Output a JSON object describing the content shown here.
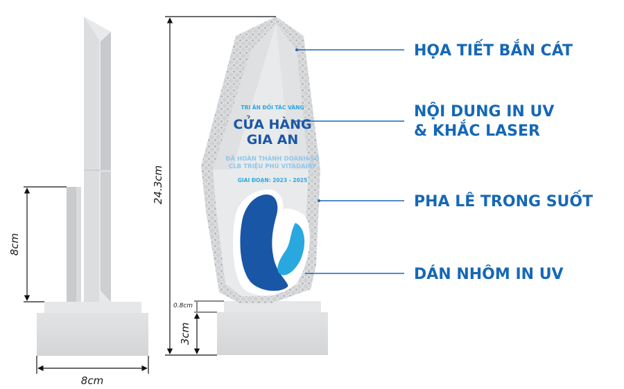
{
  "side_view": {
    "height_label": "8cm",
    "width_label": "8cm"
  },
  "front_view": {
    "height_label": "24.3cm",
    "base_top_label": "0.8cm",
    "base_label": "3cm"
  },
  "plaque": {
    "eyebrow": "TRI ÂN ĐỐI TÁC VÀNG",
    "name_line1": "CỬA HÀNG",
    "name_line2": "GIA AN",
    "desc_line1": "ĐÃ HOÀN THÀNH DOANH SỐ",
    "desc_line2": "CLB TRIỆU PHÚ VITADAIRY",
    "period": "GIAI ĐOẠN: 2023 - 2025"
  },
  "callouts": {
    "pattern": "HỌA TIẾT BẮN CÁT",
    "content_line1": "NỘI DUNG IN UV",
    "content_line2": "& KHẮC LASER",
    "crystal": "PHA LÊ TRONG SUỐT",
    "aluminum": "DÁN NHÔM IN UV"
  },
  "colors": {
    "label_blue": "#1668b6",
    "logo_dark_blue": "#1a56a6",
    "logo_light_blue": "#29a8e0",
    "dimension_line": "#111111"
  }
}
